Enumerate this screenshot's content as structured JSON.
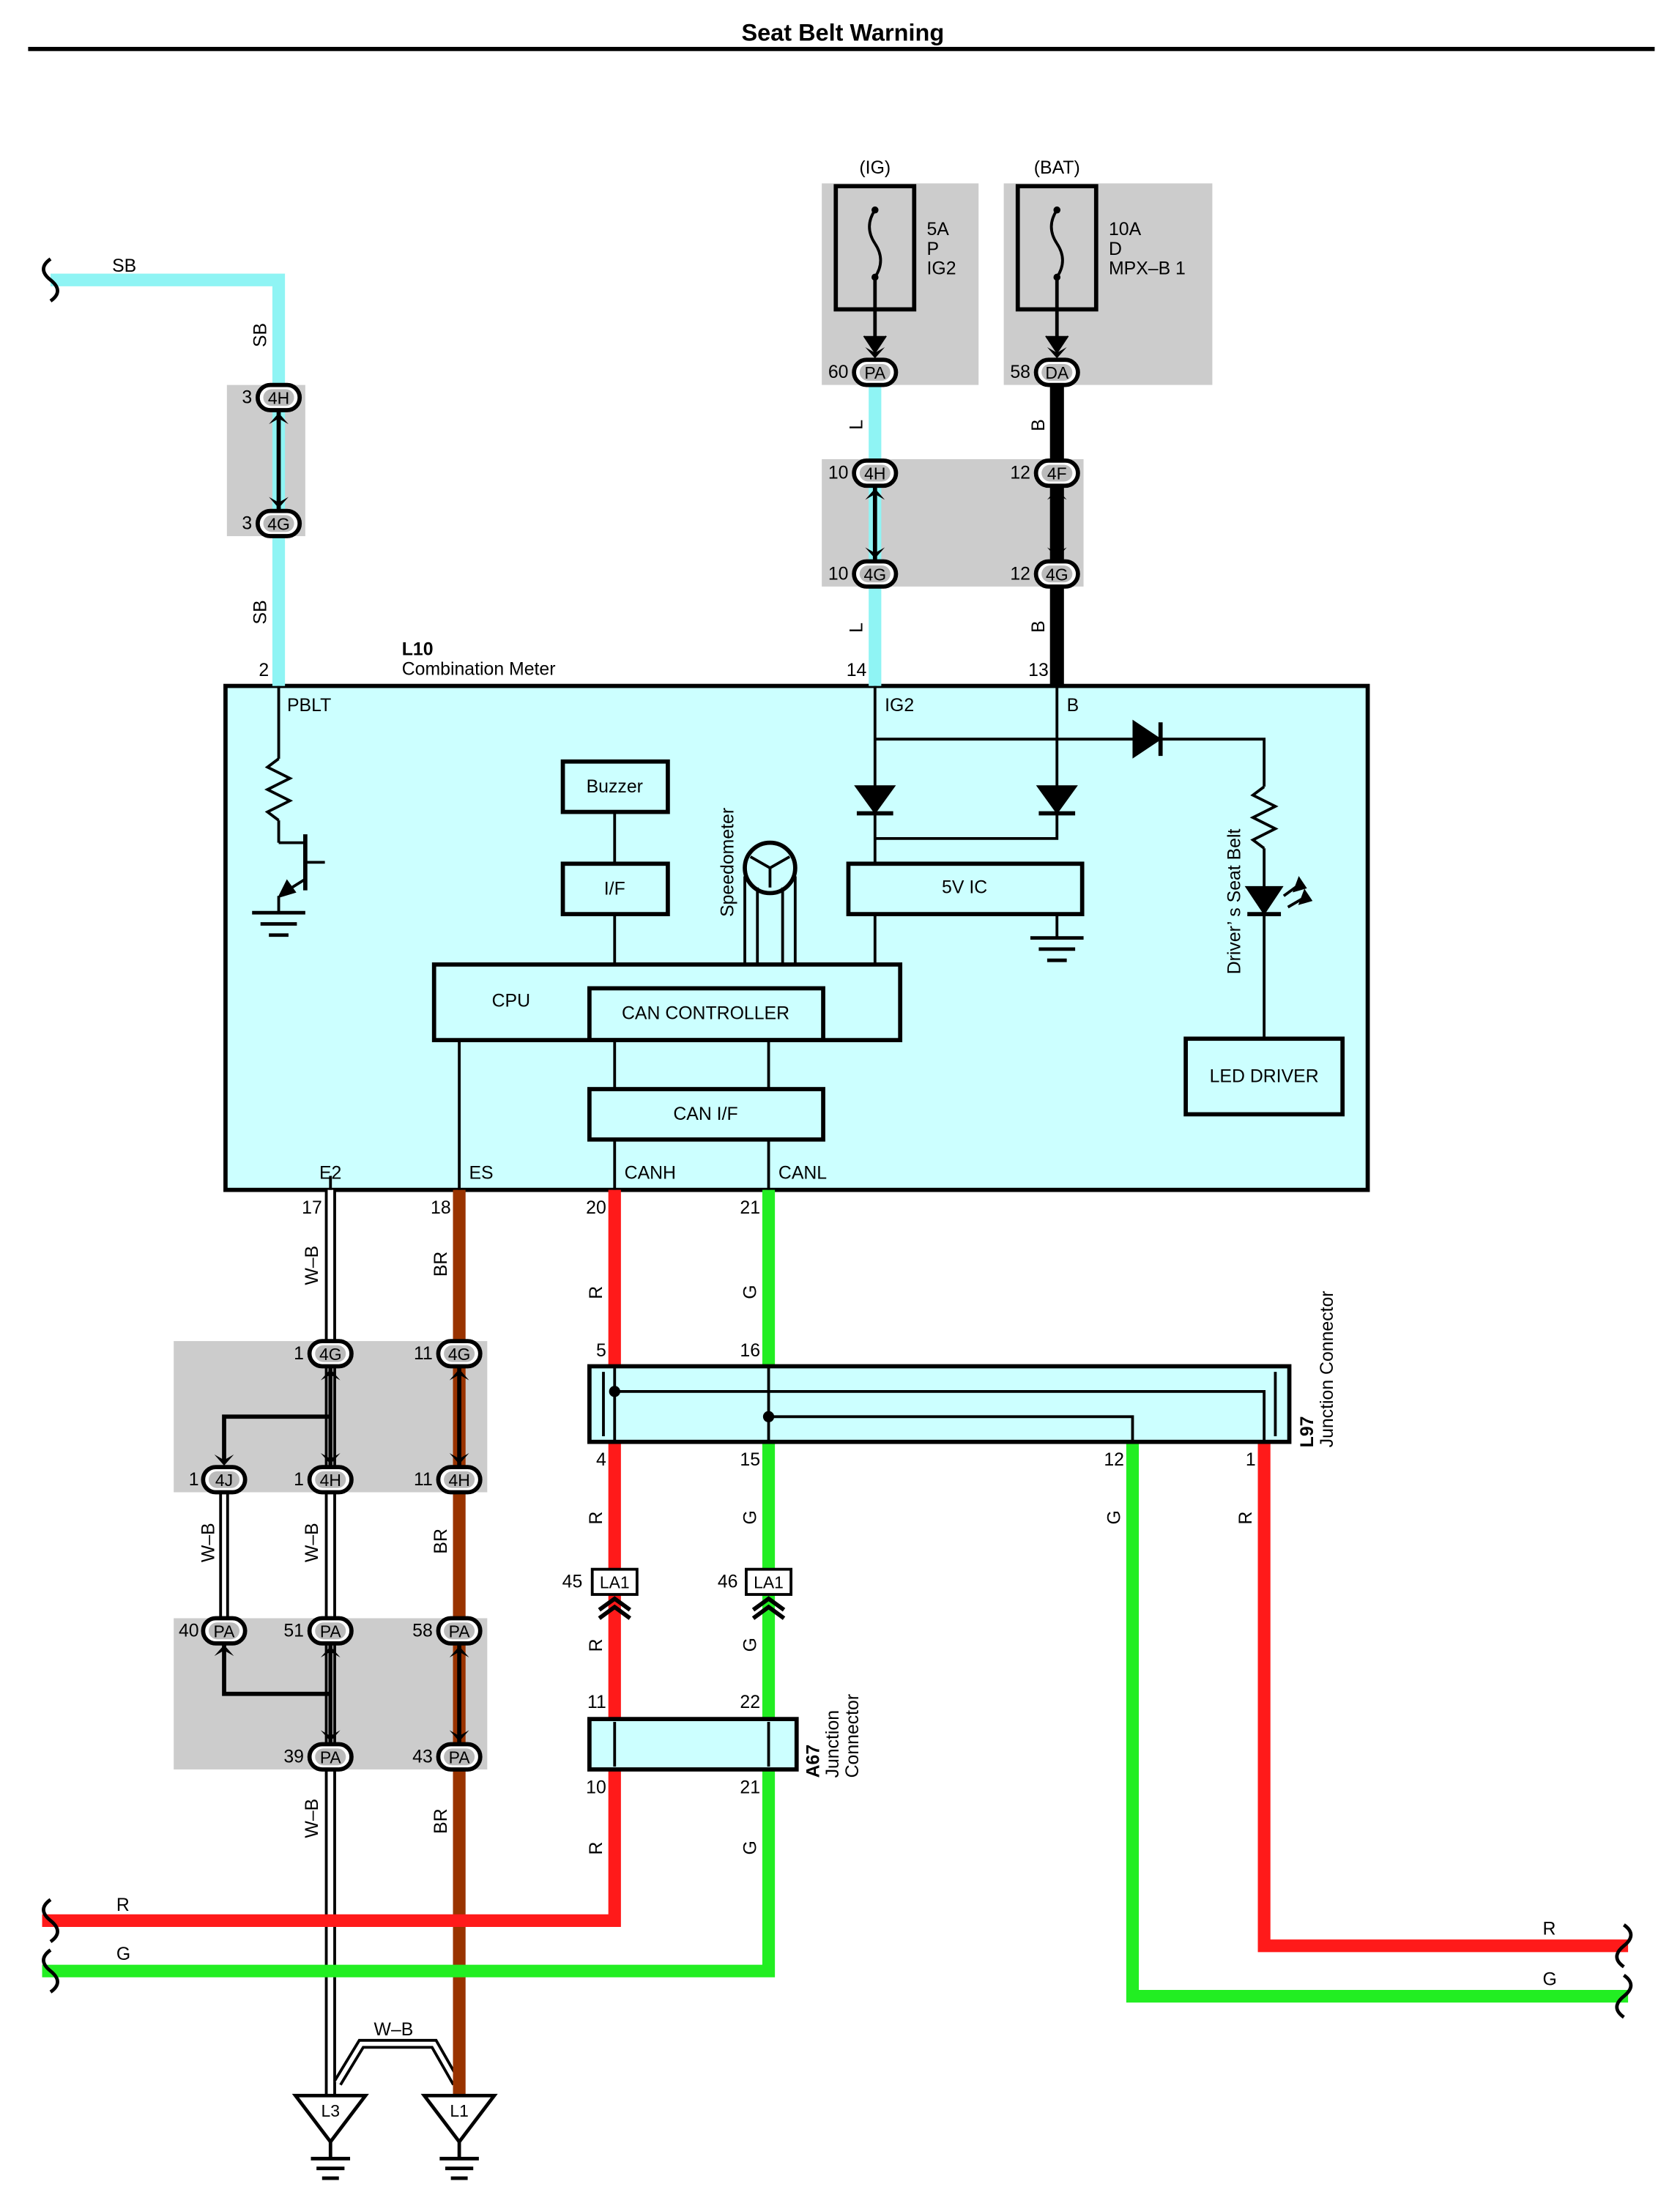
{
  "title": "Seat Belt Warning",
  "fuses": {
    "ig": {
      "source": "(IG)",
      "rating": "5A",
      "letter": "P",
      "name": "IG2"
    },
    "bat": {
      "source": "(BAT)",
      "rating": "10A",
      "letter": "D",
      "name": "MPX–B 1"
    }
  },
  "component": {
    "id": "L10",
    "name": "Combination Meter"
  },
  "terminals": {
    "pblt": "PBLT",
    "ig2": "IG2",
    "b": "B",
    "e2": "E2",
    "es": "ES",
    "canh": "CANH",
    "canl": "CANL"
  },
  "blocks": {
    "buzzer": "Buzzer",
    "if": "I/F",
    "cpu": "CPU",
    "can_controller": "CAN CONTROLLER",
    "can_if": "CAN I/F",
    "ic5v": "5V IC",
    "led_driver": "LED DRIVER",
    "speedometer": "Speedometer",
    "seat_belt_led": "Driver’ s Seat Belt"
  },
  "pins": {
    "p2": "2",
    "p14": "14",
    "p13": "13",
    "p17": "17",
    "p18": "18",
    "p20": "20",
    "p21": "21",
    "p3a": "3",
    "p3b": "3",
    "p60": "60",
    "p58": "58",
    "p10a": "10",
    "p10b": "10",
    "p12a": "12",
    "p12b": "12",
    "p1a": "1",
    "p1b": "1",
    "p1c": "1",
    "p11a": "11",
    "p11b": "11",
    "p40": "40",
    "p51": "51",
    "p58b": "58",
    "p39": "39",
    "p43": "43",
    "p5": "5",
    "p16": "16",
    "p4": "4",
    "p15": "15",
    "p12c": "12",
    "p1d": "1",
    "p45": "45",
    "p46": "46",
    "p11c": "11",
    "p22": "22",
    "p10c": "10",
    "p21b": "21"
  },
  "connectors": {
    "c4H": "4H",
    "c4G": "4G",
    "cPA": "PA",
    "cDA": "DA",
    "c4F": "4F",
    "c4J": "4J",
    "cLA1": "LA1",
    "cL3": "L3",
    "cL1": "L1"
  },
  "junctions": {
    "l97": {
      "id": "L97",
      "name": "Junction Connector"
    },
    "a67": {
      "id": "A67",
      "name1": "Junction",
      "name2": "Connector"
    }
  },
  "wires": {
    "sb": "SB",
    "l": "L",
    "b": "B",
    "wb": "W–B",
    "br": "BR",
    "r": "R",
    "g": "G"
  },
  "colors": {
    "sky_blue": "#8ff4f4",
    "black": "#000000",
    "red": "#ff1a1a",
    "green": "#22ee22",
    "brown": "#993300",
    "white_black": "#ffffff",
    "box_fill": "#ccffff",
    "splice_grey": "#cccccc"
  }
}
